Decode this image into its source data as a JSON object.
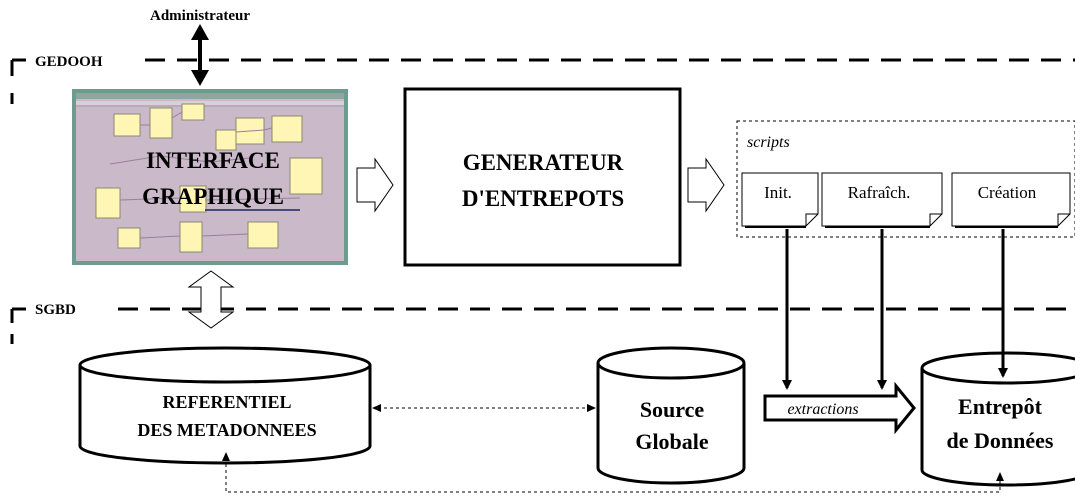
{
  "admin_label": "Administrateur",
  "zones": {
    "gedooh": "GEDOOH",
    "sgbd": "SGBD"
  },
  "interface": {
    "line1": "INTERFACE",
    "line2": "GRAPHIQUE"
  },
  "generator": {
    "line1": "GENERATEUR",
    "line2": "D'ENTREPOTS"
  },
  "scripts": {
    "title": "scripts",
    "items": [
      "Init.",
      "Rafraîch.",
      "Création"
    ]
  },
  "databases": {
    "referentiel": {
      "line1": "REFERENTIEL",
      "line2": "DES METADONNEES"
    },
    "source": {
      "line1": "Source",
      "line2": "Globale"
    },
    "entrepot": {
      "line1": "Entrepôt",
      "line2": "de Données"
    }
  },
  "extractions_label": "extractions",
  "colors": {
    "screenshot_bg": "#c9b9c9",
    "screenshot_frame": "#6f9a8e",
    "screenshot_titlebar": "#8aa8a0",
    "note_fill": "#fff6b5"
  }
}
